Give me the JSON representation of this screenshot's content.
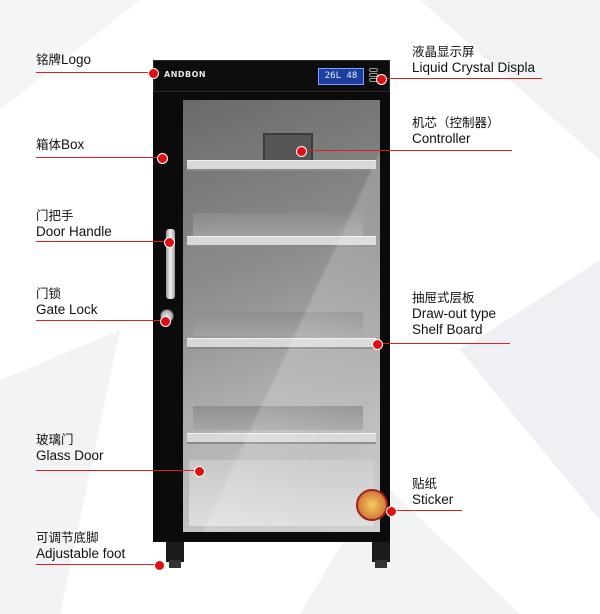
{
  "product": {
    "brand": "ANDBON",
    "lcd_display": "26L 48"
  },
  "callouts": [
    {
      "id": "logo",
      "zh": "铭牌",
      "en": "Logo"
    },
    {
      "id": "box",
      "zh": "箱体",
      "en": "Box"
    },
    {
      "id": "door-handle",
      "zh": "门把手",
      "en": "Door Handle"
    },
    {
      "id": "gate-lock",
      "zh": "门锁",
      "en": "Gate Lock"
    },
    {
      "id": "glass-door",
      "zh": "玻璃门",
      "en": "Glass Door"
    },
    {
      "id": "adjustable-foot",
      "zh": "可调节底脚",
      "en": "Adjustable foot"
    },
    {
      "id": "lcd",
      "zh": "液晶显示屏",
      "en": "Liquid Crystal Displa"
    },
    {
      "id": "controller",
      "zh": "机芯（控制器）",
      "en": "Controller"
    },
    {
      "id": "shelf",
      "zh": "抽屉式层板",
      "en": "Draw-out type",
      "en2": "Shelf Board"
    },
    {
      "id": "sticker",
      "zh": "贴纸",
      "en": "Sticker"
    }
  ],
  "colors": {
    "callout_line": "#e02020",
    "dot": "#e01010",
    "cabinet": "#0b0b0b",
    "lcd": "#1b3fa0"
  }
}
